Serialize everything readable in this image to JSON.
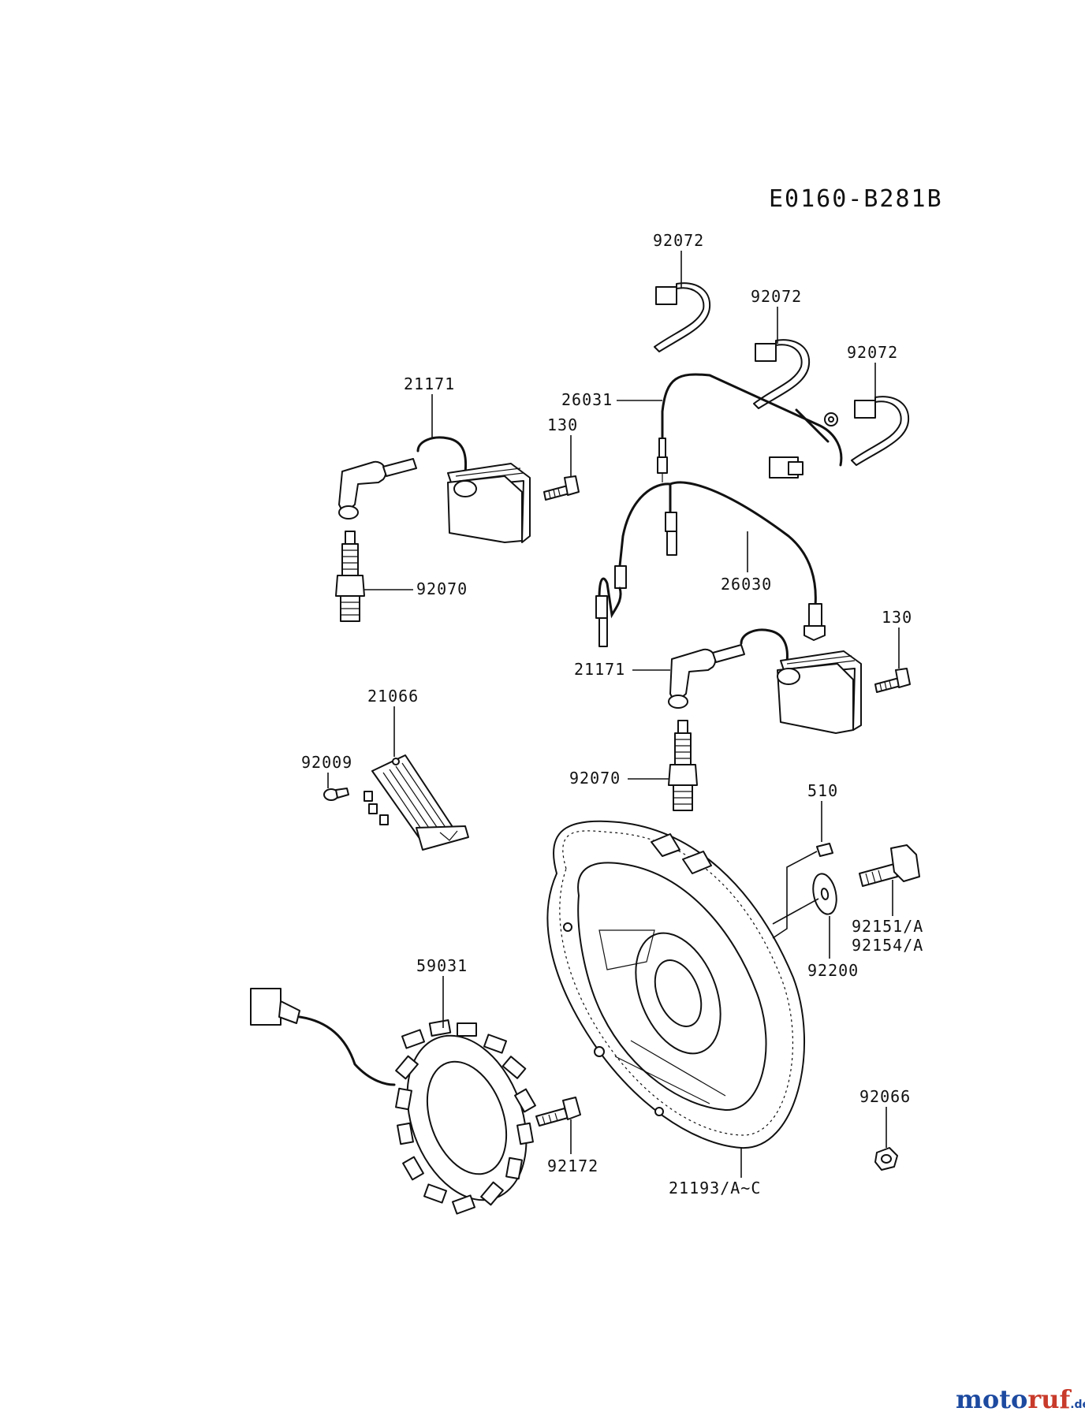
{
  "diagram_code": "E0160-B281B",
  "labels": {
    "p92072_a": "92072",
    "p92072_b": "92072",
    "p92072_c": "92072",
    "p21171_a": "21171",
    "p130_a": "130",
    "p26031": "26031",
    "p92070_a": "92070",
    "p26030": "26030",
    "p130_b": "130",
    "p21171_b": "21171",
    "p21066": "21066",
    "p92009": "92009",
    "p92070_b": "92070",
    "p510": "510",
    "p92151": "92151/A",
    "p92154": "92154/A",
    "p92200": "92200",
    "p59031": "59031",
    "p92066": "92066",
    "p92172": "92172",
    "p21193": "21193/A~C"
  },
  "watermark": {
    "brand_part1": "moto",
    "brand_part2": "ruf",
    "suffix": ".de",
    "colors": {
      "o_blue": "#2a5db0",
      "o_green": "#3a9a3a",
      "r_red": "#c83a2a",
      "text": "#1d4aa0"
    }
  }
}
